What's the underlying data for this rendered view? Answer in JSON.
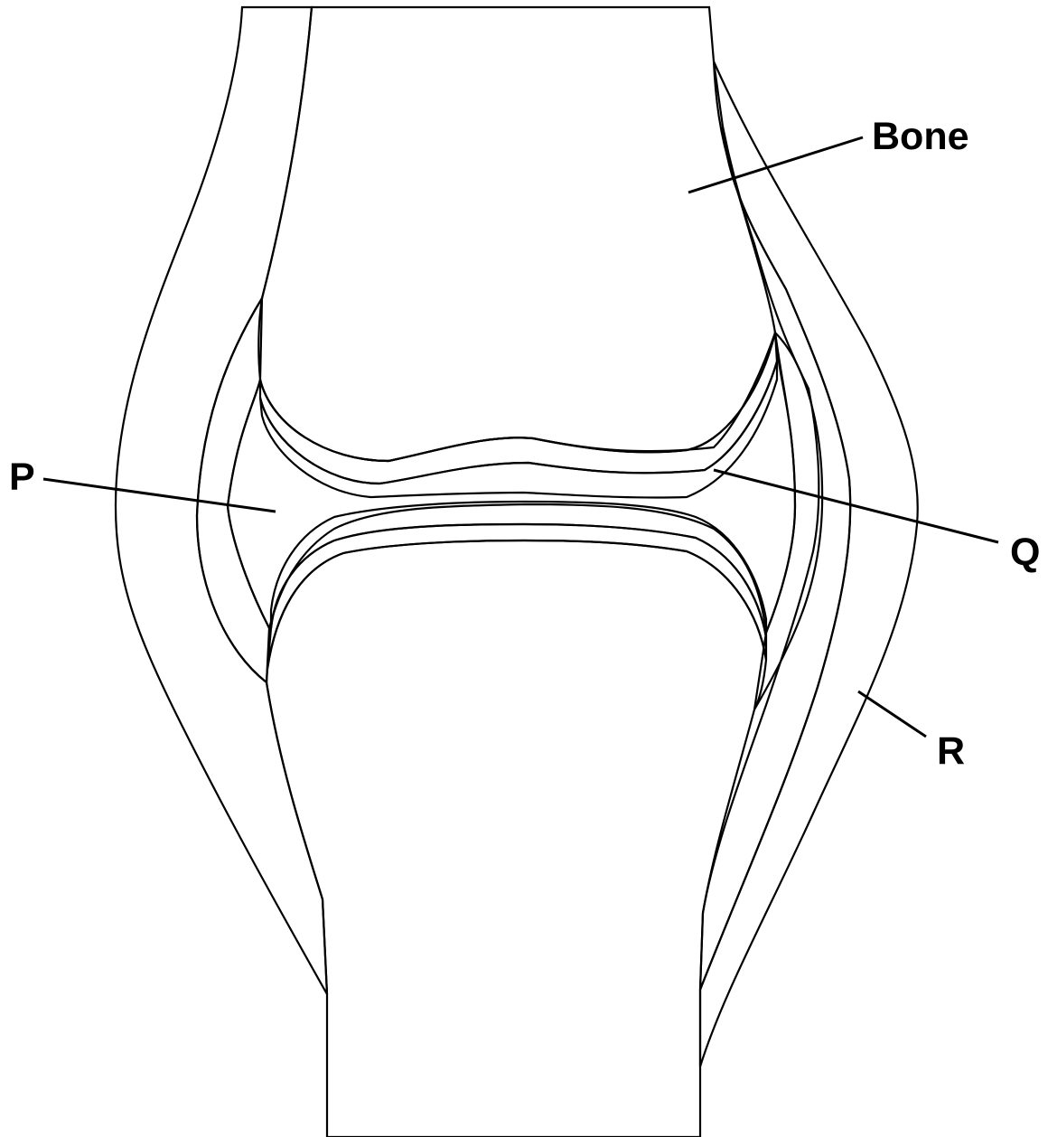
{
  "labels": {
    "bone": "Bone",
    "p": "P",
    "q": "Q",
    "r": "R"
  },
  "colors": {
    "background": "#ffffff",
    "outline": "#000000",
    "light_grey": "#dcdcdc",
    "mid_grey": "#c0c0c0",
    "medium_grey": "#9a9a9a",
    "dark_grey": "#6e6e6e",
    "pale_grey": "#d4d4d4"
  }
}
